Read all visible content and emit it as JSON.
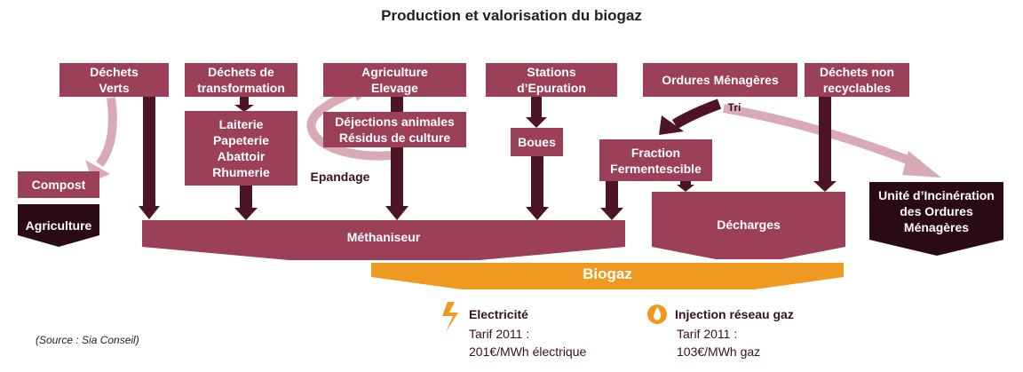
{
  "title": "Production et valorisation du biogaz",
  "sources": {
    "dechets_verts": [
      "Déchets",
      "Verts"
    ],
    "dechets_transformation": [
      "Déchets de",
      "transformation"
    ],
    "agriculture_elevage": [
      "Agriculture",
      "Elevage"
    ],
    "stations_epuration": [
      "Stations",
      "d’Epuration"
    ],
    "ordures_menageres": "Ordures Ménagères",
    "dechets_non_recyclables": [
      "Déchets non",
      "recyclables"
    ]
  },
  "intermediates": {
    "compost": "Compost",
    "agriculture": "Agriculture",
    "industries": [
      "Laiterie",
      "Papeterie",
      "Abattoir",
      "Rhumerie"
    ],
    "dejections": [
      "Déjections animales",
      "Résidus de culture"
    ],
    "epandage": "Epandage",
    "boues": "Boues",
    "tri": "Tri",
    "fraction": [
      "Fraction",
      "Fermentescible"
    ]
  },
  "methaniseur": "Méthaniseur",
  "decharges": "Décharges",
  "incineration": [
    "Unité d’Incinération",
    "des Ordures",
    "Ménagères"
  ],
  "biogaz": "Biogaz",
  "outputs": {
    "electricite": {
      "title": "Electricité",
      "line1": "Tarif 2011 :",
      "line2": "201€/MWh électrique"
    },
    "injection": {
      "title": "Injection réseau gaz",
      "line1": "Tarif 2011 :",
      "line2": "103€/MWh gaz"
    }
  },
  "source_note": "(Source : Sia Conseil)",
  "colors": {
    "box": "#9b4058",
    "arrow": "#4d1426",
    "light_arrow": "#d8aab6",
    "dark_box": "#2a0a16",
    "biogaz": "#ee9a20"
  }
}
